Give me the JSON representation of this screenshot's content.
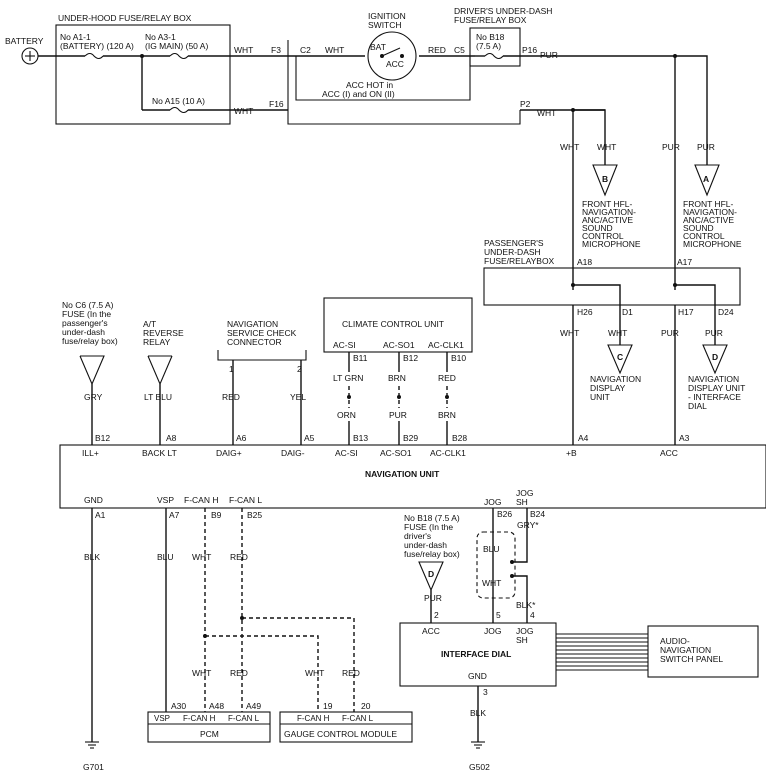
{
  "battery": {
    "label": "BATTERY"
  },
  "underhood_box": {
    "title": "UNDER-HOOD FUSE/RELAY BOX",
    "fuse_a1_1": [
      "No  A1-1",
      "(BATTERY) (120 A)"
    ],
    "fuse_a3_1": [
      "No  A3-1",
      "(IG MAIN) (50 A)"
    ],
    "fuse_a15": "No  A15 (10 A)"
  },
  "ignition": {
    "title": [
      "IGNITION",
      "SWITCH"
    ],
    "bat": "BAT",
    "acc": "ACC",
    "note": [
      "ACC HOT in",
      "ACC (I) and ON (II)"
    ]
  },
  "driver_box": {
    "title": [
      "DRIVER'S UNDER-DASH",
      "FUSE/RELAY BOX"
    ],
    "fuse": [
      "No  B18",
      "(7.5 A)"
    ]
  },
  "top_wires": {
    "wht1": "WHT",
    "f3": "F3",
    "c2": "C2",
    "wht2": "WHT",
    "red": "RED",
    "c5": "C5",
    "p16": "P16",
    "pur": "PUR",
    "wht3": "WHT",
    "f16": "F16",
    "p2": "P2",
    "wht4": "WHT"
  },
  "microphones": [
    {
      "wire1": "WHT",
      "wire2": "WHT",
      "letter": "B",
      "label": [
        "FRONT HFL-",
        "NAVIGATION-",
        "ANC/ACTIVE",
        "SOUND",
        "CONTROL",
        "MICROPHONE"
      ]
    },
    {
      "wire1": "PUR",
      "wire2": "PUR",
      "letter": "A",
      "label": [
        "FRONT HFL-",
        "NAVIGATION-",
        "ANC/ACTIVE",
        "SOUND",
        "CONTROL",
        "MICROPHONE"
      ]
    }
  ],
  "passenger_box": {
    "title": [
      "PASSENGER'S",
      "UNDER-DASH",
      "FUSE/RELAYBOX"
    ],
    "a18": "A18",
    "a17": "A17",
    "h26": "H26",
    "d1": "D1",
    "h17": "H17",
    "d24": "D24"
  },
  "passenger_outputs": {
    "wht_a": "WHT",
    "wht_b": "WHT",
    "c": "C",
    "c_label": [
      "NAVIGATION",
      "DISPLAY",
      "UNIT"
    ],
    "pur_a": "PUR",
    "pur_b": "PUR",
    "d": "D",
    "d_label": [
      "NAVIGATION",
      "DISPLAY UNIT",
      "- INTERFACE",
      "DIAL"
    ]
  },
  "c6_fuse": {
    "label": [
      "No  C6 (7.5 A)",
      "FUSE (In the",
      "passenger's",
      "under-dash",
      "fuse/relay box)"
    ],
    "wire": "GRY"
  },
  "reverse_relay": {
    "label": [
      "A/T",
      "REVERSE",
      "RELAY"
    ],
    "wire": "LT BLU"
  },
  "nav_connector": {
    "label": [
      "NAVIGATION",
      "SERVICE CHECK",
      "CONNECTOR"
    ],
    "pin1": "1",
    "pin2": "2",
    "wire1": "RED",
    "wire2": "YEL"
  },
  "climate": {
    "title": "CLIMATE CONTROL UNIT",
    "pins": [
      "AC-SI",
      "AC-SO1",
      "AC-CLK1"
    ],
    "terminals": [
      "B11",
      "B12",
      "B10"
    ],
    "wires_top": [
      "LT GRN",
      "BRN",
      "RED"
    ],
    "wires_bottom": [
      "ORN",
      "PUR",
      "BRN"
    ]
  },
  "nav_unit": {
    "title": "NAVIGATION UNIT",
    "top_terms": [
      "B12",
      "A8",
      "A6",
      "A5",
      "B13",
      "B29",
      "B28",
      "A4",
      "A3"
    ],
    "top_pins": [
      "ILL+",
      "BACK LT",
      "DAIG+",
      "DAIG-",
      "AC-SI",
      "AC-SO1",
      "AC-CLK1",
      "+B",
      "ACC"
    ],
    "bottom_pins": [
      "GND",
      "VSP",
      "F-CAN H",
      "F-CAN L"
    ],
    "bottom_terms": [
      "A1",
      "A7",
      "B9",
      "B25"
    ],
    "wires": [
      "BLK",
      "BLU",
      "WHT",
      "RED"
    ]
  },
  "jog": {
    "jog": "JOG",
    "jog_sh": [
      "JOG",
      "SH"
    ],
    "b26": "B26",
    "b24": "B24",
    "blu": "BLU",
    "wht": "WHT",
    "gry": "GRY*",
    "blk": "BLK*"
  },
  "b18_fuse": {
    "label": [
      "No  B18 (7.5 A)",
      "FUSE (In the",
      "driver's",
      "under-dash",
      "fuse/relay box)"
    ],
    "letter": "D",
    "wire": "PUR"
  },
  "interface_dial": {
    "title": "INTERFACE DIAL",
    "acc": "ACC",
    "jog": "JOG",
    "jog_sh": [
      "JOG",
      "SH"
    ],
    "pin_acc": "2",
    "pin_jog": "5",
    "pin_sh": "4",
    "gnd": "GND",
    "pin_gnd": "3",
    "wire_gnd": "BLK"
  },
  "audio_panel": {
    "title": [
      "AUDIO-",
      "NAVIGATION",
      "SWITCH PANEL"
    ]
  },
  "lower_wires": {
    "wht1": "WHT",
    "red1": "RED",
    "wht2": "WHT",
    "red2": "RED"
  },
  "pcm": {
    "title": "PCM",
    "pins": [
      "VSP",
      "F-CAN H",
      "F-CAN L"
    ],
    "terms": [
      "A30",
      "A48",
      "A49"
    ]
  },
  "gauge": {
    "title": "GAUGE CONTROL MODULE",
    "pins": [
      "F-CAN H",
      "F-CAN L"
    ],
    "terms": [
      "19",
      "20"
    ]
  },
  "grounds": {
    "g701": "G701",
    "g502": "G502"
  }
}
